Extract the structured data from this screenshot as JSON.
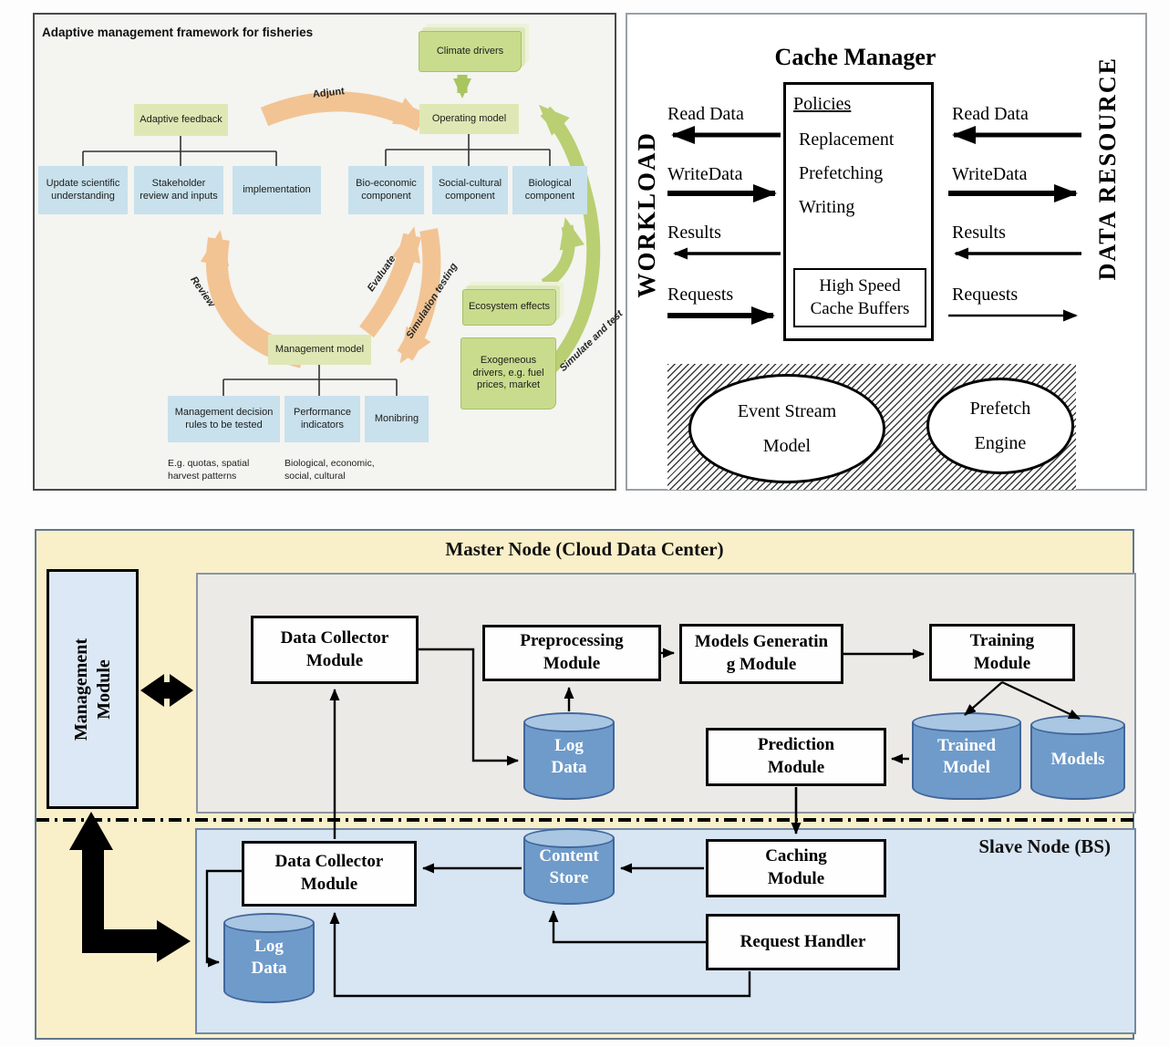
{
  "fisheries": {
    "title": "Adaptive management framework for fisheries",
    "nodes": {
      "adaptive_feedback": "Adaptive feedback",
      "update_scientific": "Update scientific\nunderstanding",
      "stakeholder": "Stakeholder\nreview and inputs",
      "implementation": "implementation",
      "climate_drivers": "Climate drivers",
      "operating_model": "Operating model",
      "bio_economic": "Bio-economic\ncomponent",
      "social_cultural": "Social-cultural\ncomponent",
      "biological": "Biological\ncomponent",
      "management_model": "Management model",
      "decision_rules": "Management decision\nrules to be tested",
      "performance": "Performance\nindicators",
      "monitoring": "Monibring",
      "ecosystem_effects": "Ecosystem effects",
      "exogenous_drivers": "Exogeneous\ndrivers, e.g. fuel\nprices, market"
    },
    "arrow_labels": {
      "adjust": "Adjunt",
      "review": "Review",
      "evaluate": "Evaluate",
      "simulation_testing": "Simulation testing",
      "simulate_and_test": "Simulate and test"
    },
    "notes": {
      "quotas": "E.g. quotas, spatial\nharvest patterns",
      "indicators": "Biological, economic,\nsocial, cultural"
    }
  },
  "cache": {
    "title": "Cache Manager",
    "left_label": "WORKLOAD",
    "right_label": "DATA RESOURCE",
    "policies_heading": "Policies",
    "policies": [
      "Replacement",
      "Prefetching",
      "Writing"
    ],
    "buffer_label": "High Speed\nCache Buffers",
    "left_arrows": [
      "Read Data",
      "WriteData",
      "Results",
      "Requests"
    ],
    "right_arrows": [
      "Read Data",
      "WriteData",
      "Results",
      "Requests"
    ],
    "ellipses": {
      "event_stream": "Event Stream\nModel",
      "prefetch_engine": "Prefetch\nEngine"
    }
  },
  "architecture": {
    "master_title": "Master Node (Cloud Data Center)",
    "slave_title": "Slave Node (BS)",
    "management_module": "Management Module",
    "master": {
      "data_collector": "Data Collector\nModule",
      "preprocessing": "Preprocessing\nModule",
      "models_generating": "Models Generatin\ng Module",
      "training": "Training\nModule",
      "prediction": "Prediction\nModule",
      "log_data": "Log\nData",
      "trained_model": "Trained\nModel",
      "models": "Models"
    },
    "slave": {
      "data_collector": "Data Collector\nModule",
      "content_store": "Content\nStore",
      "caching": "Caching\nModule",
      "request_handler": "Request Handler",
      "log_data": "Log\nData"
    }
  }
}
